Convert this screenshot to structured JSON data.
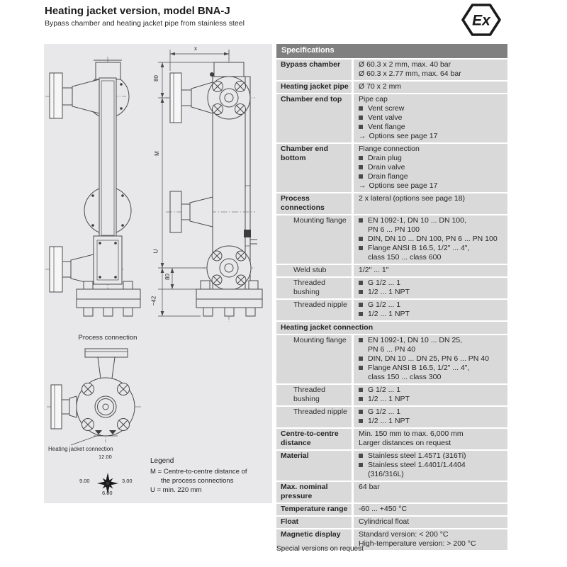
{
  "page": {
    "title": "Heating jacket version, model BNA-J",
    "subtitle": "Bypass chamber and heating jacket pipe from stainless steel",
    "footnote": "Special versions on request",
    "ex_mark": "Ex"
  },
  "colors": {
    "table_header_bg": "#808080",
    "table_cell_bg": "#d9d9d9",
    "panel_bg": "#e8e8ea",
    "bullet": "#4a4a4a",
    "text": "#222222"
  },
  "drawing": {
    "dimensions": {
      "x": "x",
      "top_offset": "80",
      "m": "M",
      "u": "U",
      "lower_offset": "80",
      "base_offset": "~42"
    },
    "labels": {
      "process_connection": "Process connection",
      "heating_jacket_connection": "Heating jacket connection"
    },
    "clock_positions": {
      "twelve": "12.00",
      "three": "3.00",
      "six": "6.00",
      "nine": "9.00"
    },
    "legend": {
      "title": "Legend",
      "line1": "M = Centre-to-centre distance of",
      "line2": "the process connections",
      "line3": "U = min. 220 mm"
    }
  },
  "table": {
    "header": "Specifications",
    "rows": [
      {
        "label": "Bypass chamber",
        "style": "bold",
        "lines": [
          [
            "",
            "Ø 60.3 x 2 mm, max. 40 bar"
          ],
          [
            "",
            "Ø 60.3 x 2.77 mm, max. 64 bar"
          ]
        ]
      },
      {
        "label": "Heating jacket pipe",
        "style": "bold",
        "lines": [
          [
            "",
            "Ø 70 x 2 mm"
          ]
        ]
      },
      {
        "label": "Chamber end top",
        "style": "bold",
        "lines": [
          [
            "",
            "Pipe cap"
          ],
          [
            "b",
            "Vent screw"
          ],
          [
            "b",
            "Vent valve"
          ],
          [
            "b",
            "Vent flange"
          ],
          [
            "a",
            "Options see page 17"
          ]
        ]
      },
      {
        "label": "Chamber end bottom",
        "style": "bold",
        "lines": [
          [
            "",
            "Flange connection"
          ],
          [
            "b",
            "Drain plug"
          ],
          [
            "b",
            "Drain valve"
          ],
          [
            "b",
            "Drain flange"
          ],
          [
            "a",
            "Options see page 17"
          ]
        ]
      },
      {
        "label": "Process connections",
        "style": "bold",
        "lines": [
          [
            "",
            "2 x lateral (options see page 18)"
          ]
        ]
      },
      {
        "label": "Mounting flange",
        "style": "indent",
        "lines": [
          [
            "b",
            "EN 1092-1, DN 10 ... DN 100,"
          ],
          [
            "c",
            "PN 6 ... PN 100"
          ],
          [
            "b",
            "DIN, DN 10 ... DN 100, PN 6 ... PN 100"
          ],
          [
            "b",
            "Flange ANSI B 16.5, 1/2\" ... 4\","
          ],
          [
            "c",
            "class 150 ... class 600"
          ]
        ]
      },
      {
        "label": "Weld stub",
        "style": "indent",
        "lines": [
          [
            "",
            "1/2\" ... 1\""
          ]
        ]
      },
      {
        "label": "Threaded bushing",
        "style": "indent",
        "lines": [
          [
            "b",
            "G 1/2 ... 1"
          ],
          [
            "b",
            "1/2 ... 1 NPT"
          ]
        ]
      },
      {
        "label": "Threaded nipple",
        "style": "indent",
        "lines": [
          [
            "b",
            "G 1/2 ... 1"
          ],
          [
            "b",
            "1/2 ... 1 NPT"
          ]
        ]
      },
      {
        "label": "Heating jacket connection",
        "style": "section",
        "lines": []
      },
      {
        "label": "Mounting flange",
        "style": "indent",
        "lines": [
          [
            "b",
            "EN 1092-1, DN 10 ... DN 25,"
          ],
          [
            "c",
            "PN 6 ... PN 40"
          ],
          [
            "b",
            "DIN, DN 10 ... DN 25, PN 6 ... PN 40"
          ],
          [
            "b",
            "Flange ANSI B 16.5, 1/2\" ... 4\","
          ],
          [
            "c",
            "class 150 ... class 300"
          ]
        ]
      },
      {
        "label": "Threaded bushing",
        "style": "indent",
        "lines": [
          [
            "b",
            "G 1/2 ... 1"
          ],
          [
            "b",
            "1/2 ... 1 NPT"
          ]
        ]
      },
      {
        "label": "Threaded nipple",
        "style": "indent",
        "lines": [
          [
            "b",
            "G 1/2 ... 1"
          ],
          [
            "b",
            "1/2 ... 1 NPT"
          ]
        ]
      },
      {
        "label": "Centre-to-centre distance",
        "style": "bold",
        "lines": [
          [
            "",
            "Min. 150 mm to max. 6,000 mm"
          ],
          [
            "",
            "Larger distances on request"
          ]
        ]
      },
      {
        "label": "Material",
        "style": "bold",
        "lines": [
          [
            "b",
            "Stainless steel 1.4571 (316Ti)"
          ],
          [
            "b",
            "Stainless steel 1.4401/1.4404"
          ],
          [
            "c",
            "(316/316L)"
          ]
        ]
      },
      {
        "label": "Max. nominal pressure",
        "style": "bold",
        "lines": [
          [
            "",
            "64 bar"
          ]
        ]
      },
      {
        "label": "Temperature range",
        "style": "bold",
        "lines": [
          [
            "",
            "-60 ... +450 °C"
          ]
        ]
      },
      {
        "label": "Float",
        "style": "bold",
        "lines": [
          [
            "",
            "Cylindrical float"
          ]
        ]
      },
      {
        "label": "Magnetic display",
        "style": "bold",
        "lines": [
          [
            "",
            "Standard version: < 200 °C"
          ],
          [
            "",
            "High-temperature version: > 200 °C"
          ]
        ]
      }
    ]
  }
}
